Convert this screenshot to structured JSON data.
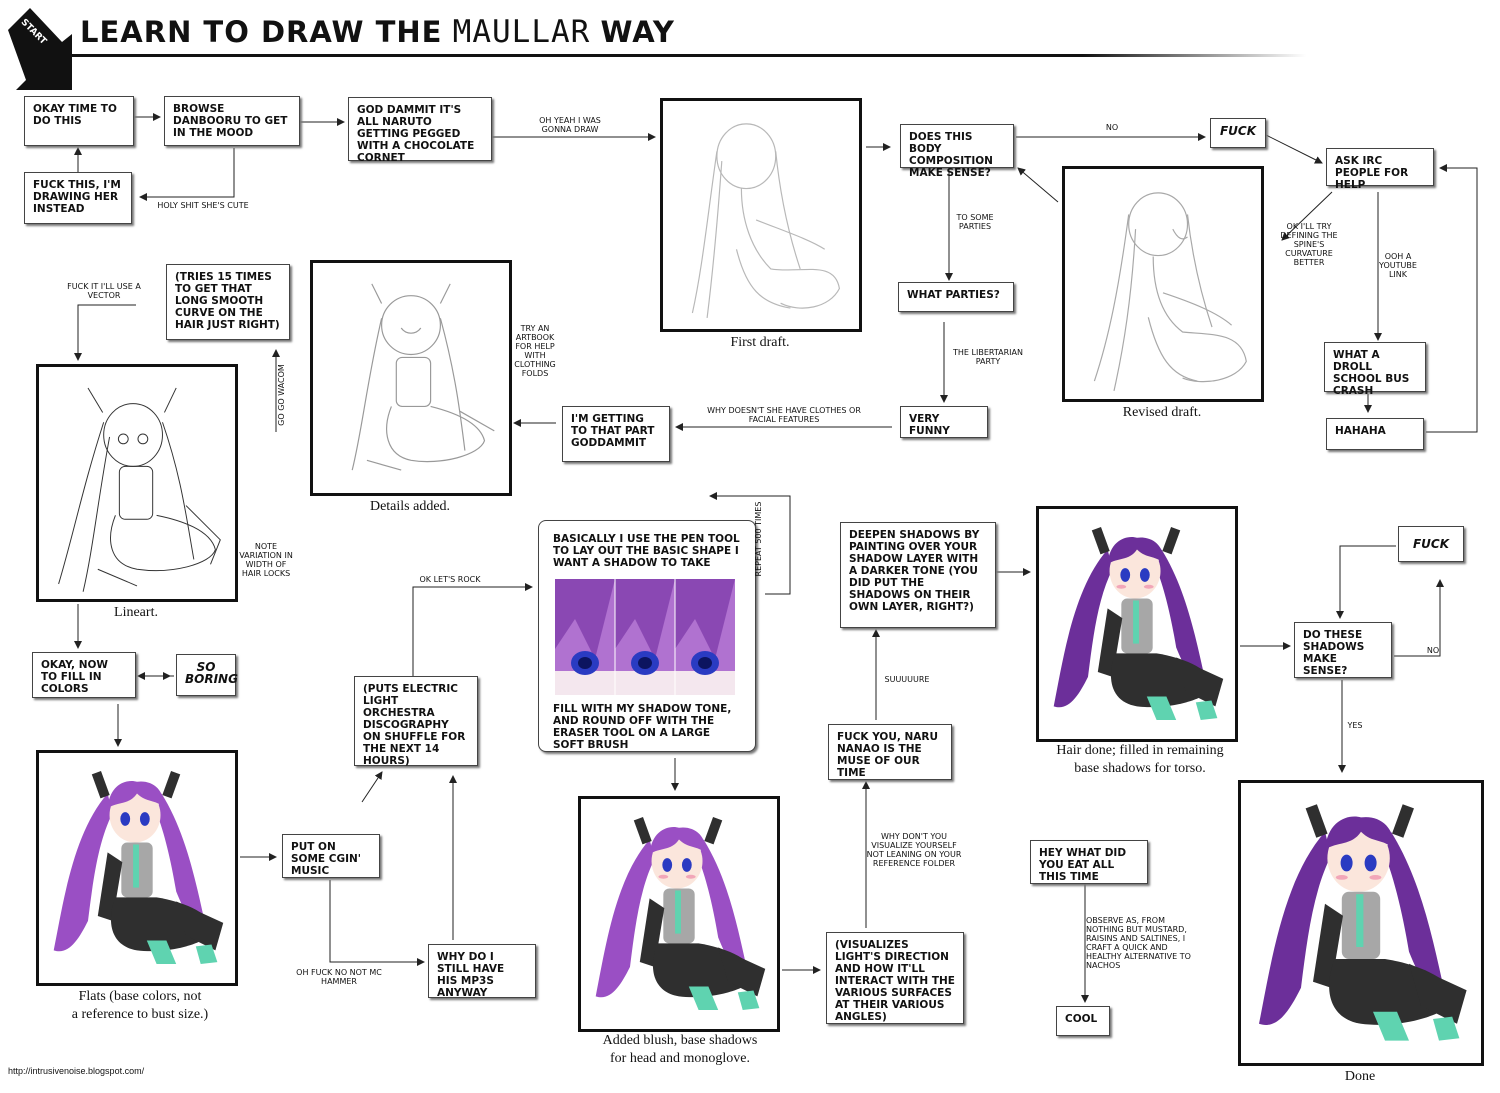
{
  "header": {
    "title_a": "LEARN TO DRAW THE",
    "title_b": "MAULLAR",
    "title_c": "WAY",
    "start_label": "START"
  },
  "boxes": {
    "okay_time": "OKAY TIME TO DO THIS",
    "browse": "BROWSE DANBOORU TO GET IN THE MOOD",
    "god_dammit": "GOD DAMMIT IT'S ALL NARUTO GETTING PEGGED WITH A CHOCOLATE CORNET",
    "fuck_this": "FUCK THIS, I'M DRAWING HER INSTEAD",
    "body_comp": "DOES THIS BODY COMPOSITION MAKE SENSE?",
    "fuck_top": "FUCK",
    "ask_irc": "ASK IRC PEOPLE FOR HELP",
    "what_parties": "WHAT PARTIES?",
    "very_funny": "VERY FUNNY",
    "droll": "WHAT A DROLL SCHOOL BUS CRASH",
    "hahaha": "HAHAHA",
    "tries": "(TRIES 15 TIMES TO GET THAT LONG SMOOTH CURVE ON THE HAIR JUST RIGHT)",
    "getting_to": "I'M GETTING TO THAT PART GODDAMMIT",
    "okay_colors": "OKAY, NOW TO FILL IN COLORS",
    "so_boring": "SO BORING",
    "puts_elo": "(PUTS ELECTRIC LIGHT ORCHESTRA DISCOGRAPHY ON SHUFFLE FOR THE NEXT 14 HOURS)",
    "cgin": "PUT ON SOME CGIN' MUSIC",
    "mp3s": "WHY DO I STILL HAVE HIS MP3S ANYWAY",
    "pen_tool_top": "BASICALLY I USE THE PEN TOOL TO LAY OUT THE BASIC SHAPE I WANT A SHADOW TO TAKE",
    "pen_tool_bottom": "FILL WITH MY SHADOW TONE, AND ROUND OFF WITH THE ERASER TOOL ON A LARGE SOFT BRUSH",
    "deepen": "DEEPEN SHADOWS BY PAINTING OVER YOUR SHADOW LAYER WITH A DARKER TONE (YOU DID PUT THE SHADOWS ON THEIR OWN LAYER, RIGHT?)",
    "naru": "FUCK YOU, NARU NANAO IS THE MUSE OF OUR TIME",
    "visualizes": "(VISUALIZES LIGHT'S DIRECTION AND HOW IT'LL INTERACT WITH THE VARIOUS SURFACES AT THEIR VARIOUS ANGLES)",
    "shadows_sense": "DO THESE SHADOWS MAKE SENSE?",
    "fuck_right": "FUCK",
    "hey_what": "HEY WHAT DID YOU EAT ALL THIS TIME",
    "cool": "COOL"
  },
  "notes": {
    "oh_yeah": "OH YEAH I WAS GONNA DRAW",
    "holy": "HOLY SHIT SHE'S CUTE",
    "no_top": "NO",
    "some_parties": "TO SOME PARTIES",
    "spine": "OK I'LL TRY DEFINING THE SPINE'S CURVATURE BETTER",
    "youtube": "OOH A YOUTUBE LINK",
    "libertarian": "THE LIBERTARIAN PARTY",
    "clothes": "WHY DOESN'T SHE HAVE CLOTHES OR FACIAL FEATURES",
    "vector": "FUCK IT I'LL USE A VECTOR",
    "wacom": "GO GO WACOM",
    "artbook": "TRY AN ARTBOOK FOR HELP WITH CLOTHING FOLDS",
    "variation": "NOTE VARIATION IN WIDTH OF HAIR LOCKS",
    "lets_rock": "OK LET'S ROCK",
    "repeat": "REPEAT 500 TIMES",
    "suuure": "SUUUUURE",
    "hammer": "OH FUCK NO NOT MC HAMMER",
    "reference": "WHY DON'T YOU VISUALIZE YOURSELF NOT LEANING ON YOUR REFERENCE FOLDER",
    "no_right": "NO",
    "yes": "YES",
    "nachos": "OBSERVE AS, FROM NOTHING BUT MUSTARD, RAISINS AND SALTINES, I CRAFT A QUICK AND HEALTHY ALTERNATIVE TO NACHOS"
  },
  "captions": {
    "first": "First draft.",
    "revised": "Revised draft.",
    "details": "Details added.",
    "lineart": "Lineart.",
    "flats_1": "Flats (base colors, not",
    "flats_2": "a reference to bust size.)",
    "blush_1": "Added blush, base shadows",
    "blush_2": "for head and monoglove.",
    "hair_1": "Hair done; filled in remaining",
    "hair_2": "base shadows for torso.",
    "done": "Done"
  },
  "footer": {
    "url": "http://intrusivenoise.blogspot.com/"
  },
  "colors": {
    "hair": "#9a4fc4",
    "hair_dark": "#6c2f9a",
    "sketch": "#b8b8b8",
    "gray_top": "#a7a7a7",
    "dark": "#2f2f2f",
    "teal": "#5fd3b0"
  }
}
